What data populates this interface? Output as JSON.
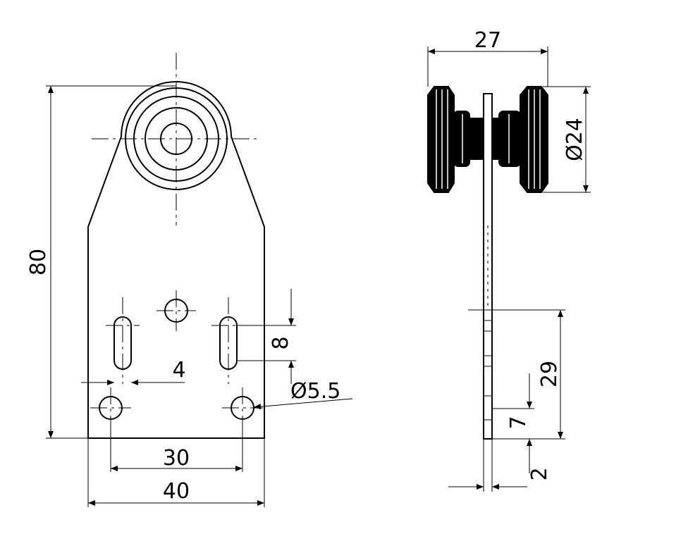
{
  "front_view": {
    "dim_height": "80",
    "dim_slot_width": "4",
    "dim_slot_length": "8",
    "dim_hole_diameter": "Ø5.5",
    "dim_hole_spacing": "30",
    "dim_plate_width": "40"
  },
  "side_view": {
    "dim_wheel_span": "27",
    "dim_wheel_diameter": "Ø24",
    "dim_slot_region": "29",
    "dim_bottom_offset": "7",
    "dim_plate_thickness": "2"
  },
  "colors": {
    "line": "#000000",
    "background": "#ffffff"
  }
}
